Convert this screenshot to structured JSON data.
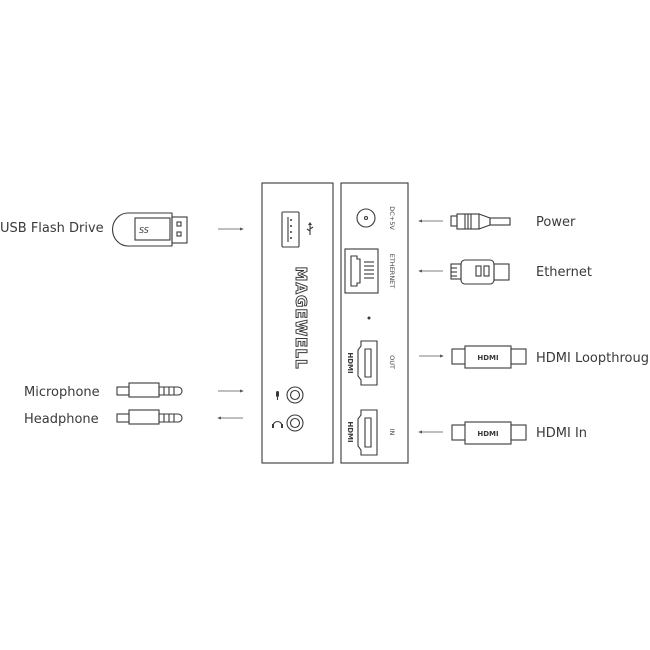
{
  "labels": {
    "usb_flash_drive": "USB Flash Drive",
    "microphone": "Microphone",
    "headphone": "Headphone",
    "power": "Power",
    "ethernet": "Ethernet",
    "hdmi_loopthrough": "HDMI Loopthrough",
    "hdmi_in": "HDMI In"
  },
  "device": {
    "brand_logo": "MAGEWELL",
    "dc_label": "DC+5V",
    "ethernet_label": "ETHERNET",
    "hdmi_out_label": "OUT",
    "hdmi_in_label": "IN",
    "hdmi_logo": "HDMI",
    "usb_logo": "SS"
  },
  "arrows": {
    "usb_flash_drive": "into-device",
    "microphone": "into-device",
    "headphone": "out-of-device",
    "power": "into-device",
    "ethernet": "into-device",
    "hdmi_loopthrough": "out-of-device",
    "hdmi_in": "into-device"
  },
  "colors": {
    "line": "#3a3a3a",
    "text": "#3a3a3a",
    "background": "#ffffff"
  }
}
